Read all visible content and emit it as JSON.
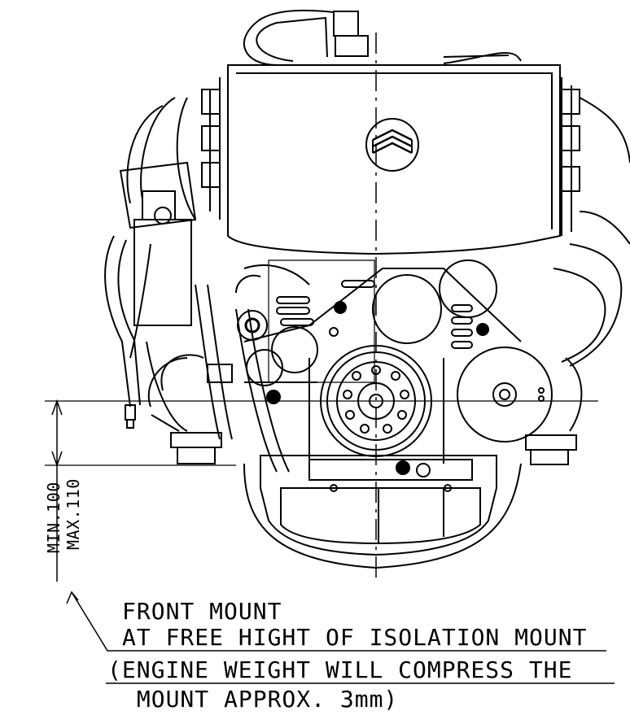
{
  "dimension": {
    "min_label": "MIN.100",
    "max_label": "MAX.110"
  },
  "note": {
    "line1": "FRONT MOUNT",
    "line2": "AT FREE HIGHT OF ISOLATION MOUNT",
    "line3": "(ENGINE WEIGHT WILL COMPRESS THE",
    "line4": " MOUNT APPROX. 3mm)"
  },
  "colors": {
    "line": "#000000",
    "background": "#ffffff"
  }
}
